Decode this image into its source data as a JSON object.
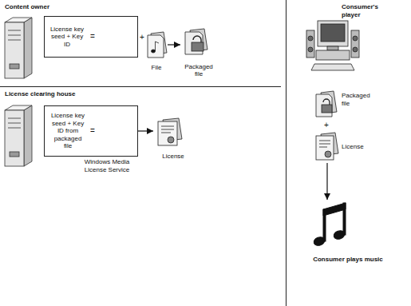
{
  "diagram": {
    "nodes": [
      {
        "text": [
          "License key seed + Key ID"
        ]
      },
      {
        "text": [
          "File"
        ]
      },
      {
        "text": [
          "Packaged file"
        ]
      },
      {
        "text": [
          "License key seed + Key ID from packaged file",
          "Windows Media License Service"
        ]
      },
      {
        "text": [
          "License"
        ]
      },
      {
        "text": [
          "Packaged file"
        ]
      },
      {
        "text": [
          "License"
        ]
      },
      {
        "text": [
          "Consumer plays music"
        ]
      }
    ],
    "edges": [
      {
        "from": 1,
        "to": 2,
        "arrow": "to"
      },
      {
        "from": 3,
        "to": 4,
        "arrow": "to"
      },
      {
        "from": 6,
        "to": 7,
        "arrow": "to"
      }
    ],
    "labels": [
      "Content owner",
      "Consumer's player",
      "=",
      "+",
      "License clearing house",
      "=",
      "+"
    ]
  }
}
